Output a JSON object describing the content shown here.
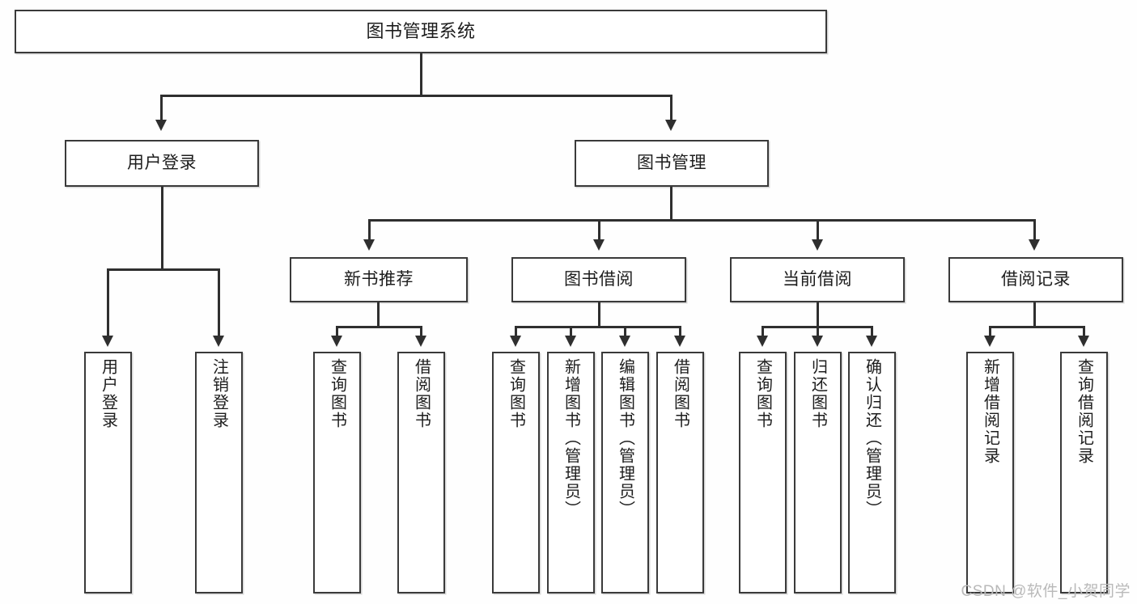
{
  "diagram": {
    "title": "图书管理系统",
    "type": "tree",
    "root": {
      "label": "图书管理系统"
    },
    "level2": [
      {
        "label": "用户登录"
      },
      {
        "label": "图书管理"
      }
    ],
    "level3": [
      {
        "label": "新书推荐"
      },
      {
        "label": "图书借阅"
      },
      {
        "label": "当前借阅"
      },
      {
        "label": "借阅记录"
      }
    ],
    "leaves": {
      "user_login": [
        {
          "label": "用户登录"
        },
        {
          "label": "注销登录"
        }
      ],
      "new_book_recommend": [
        {
          "label": "查询图书"
        },
        {
          "label": "借阅图书"
        }
      ],
      "book_borrow": [
        {
          "label": "查询图书"
        },
        {
          "label": "新增图书（管理员）"
        },
        {
          "label": "编辑图书（管理员）"
        },
        {
          "label": "借阅图书"
        }
      ],
      "current_borrow": [
        {
          "label": "查询图书"
        },
        {
          "label": "归还图书"
        },
        {
          "label": "确认归还（管理员）"
        }
      ],
      "borrow_record": [
        {
          "label": "新增借阅记录"
        },
        {
          "label": "查询借阅记录"
        }
      ]
    }
  },
  "watermark": {
    "text": "CSDN @软件_小贺同学"
  },
  "colors": {
    "background": "#fefefe",
    "border": "#3a3a3a",
    "connector": "#2f2f2f",
    "text": "#1d1d1d",
    "watermark": "#b9b9b9"
  }
}
